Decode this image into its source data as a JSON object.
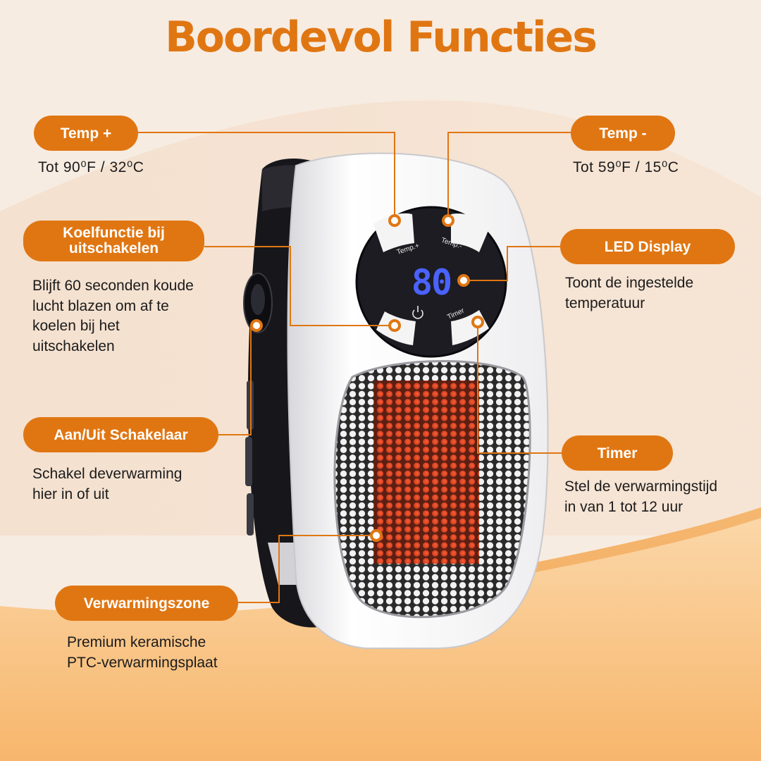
{
  "title": "Boordevol Functies",
  "colors": {
    "accent": "#e07612",
    "background_top": "#f7ebe0",
    "background_bottom": "#f7b66c",
    "text": "#1b1b1b",
    "display_digits": "#3f58ff"
  },
  "display": {
    "readout": "80"
  },
  "buttons": {
    "temp_plus": "Temp.+",
    "temp_minus": "Temp.-",
    "timer": "Timer",
    "power_icon": "power-icon"
  },
  "features": {
    "temp_plus": {
      "label": "Temp +",
      "description": [
        "Tot 90⁰F / 32⁰C"
      ]
    },
    "temp_minus": {
      "label": "Temp -",
      "description": [
        "Tot 59⁰F / 15⁰C"
      ]
    },
    "cooling": {
      "label": [
        "Koelfunctie bij",
        "uitschakelen"
      ],
      "description": [
        "Blijft 60 seconden koude",
        "lucht blazen om af te",
        "koelen bij het",
        "uitschakelen"
      ]
    },
    "led": {
      "label": "LED Display",
      "description": [
        "Toont de ingestelde",
        "temperatuur"
      ]
    },
    "power_switch": {
      "label": "Aan/Uit Schakelaar",
      "description": [
        "Schakel deverwarming",
        "hier in of uit"
      ]
    },
    "timer": {
      "label": "Timer",
      "description": [
        "Stel de verwarmingstijd",
        "in van 1 tot 12 uur"
      ]
    },
    "heating_zone": {
      "label": "Verwarmingszone",
      "description": [
        "Premium keramische",
        "PTC-verwarmingsplaat"
      ]
    }
  }
}
